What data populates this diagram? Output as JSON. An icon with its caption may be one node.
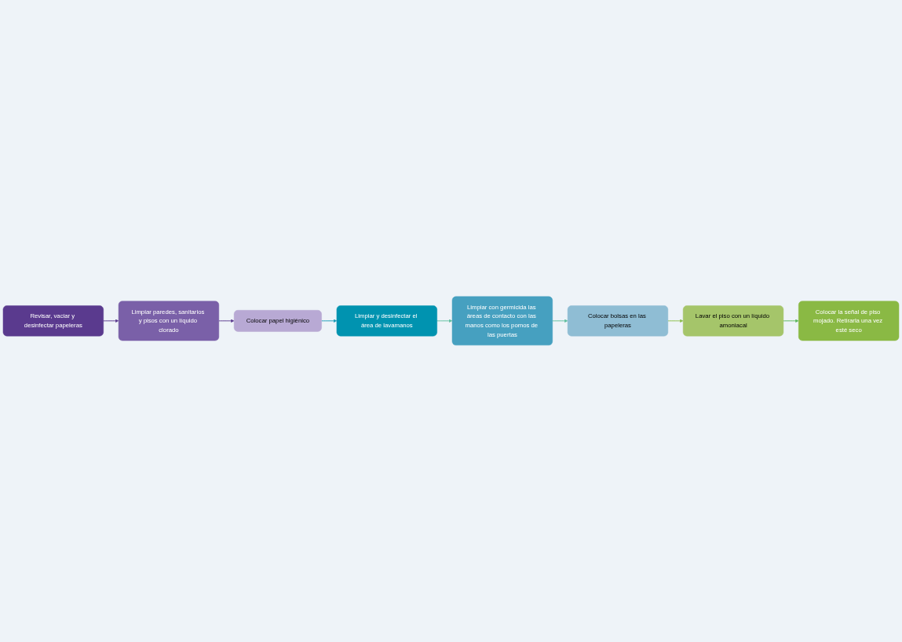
{
  "diagram": {
    "nodes": [
      {
        "text": [
          "Revisar, vaciar y desinfectar papeleras"
        ]
      },
      {
        "text": [
          "Limpiar paredes, sanitarios y pisos con un líquido clorado"
        ]
      },
      {
        "text": [
          "Colocar papel higiénico"
        ]
      },
      {
        "text": [
          "Limpiar y desinfectar el área de lavamanos"
        ]
      },
      {
        "text": [
          "Limpiar con germicida las áreas de contacto con las manos como los pomos de las puertas"
        ]
      },
      {
        "text": [
          "Colocar bolsas en las papeleras"
        ]
      },
      {
        "text": [
          "Lavar el piso con un líquido amoniacal"
        ]
      },
      {
        "text": [
          "Colocar la señal de piso mojado. Retirarla una vez esté seco"
        ]
      }
    ],
    "edges": [
      {
        "from": 0,
        "to": 1,
        "arrow": "to",
        "color": "#5b3a8f"
      },
      {
        "from": 1,
        "to": 2,
        "arrow": "to",
        "color": "#5b3a8f"
      },
      {
        "from": 2,
        "to": 3,
        "arrow": "to",
        "color": "#1a9bb8"
      },
      {
        "from": 3,
        "to": 4,
        "arrow": "to",
        "color": "#5fc0a0"
      },
      {
        "from": 4,
        "to": 5,
        "arrow": "to",
        "color": "#5fc0a0"
      },
      {
        "from": 5,
        "to": 6,
        "arrow": "to",
        "color": "#8cbf4a"
      },
      {
        "from": 6,
        "to": 7,
        "arrow": "to",
        "color": "#5cb85c"
      }
    ]
  }
}
